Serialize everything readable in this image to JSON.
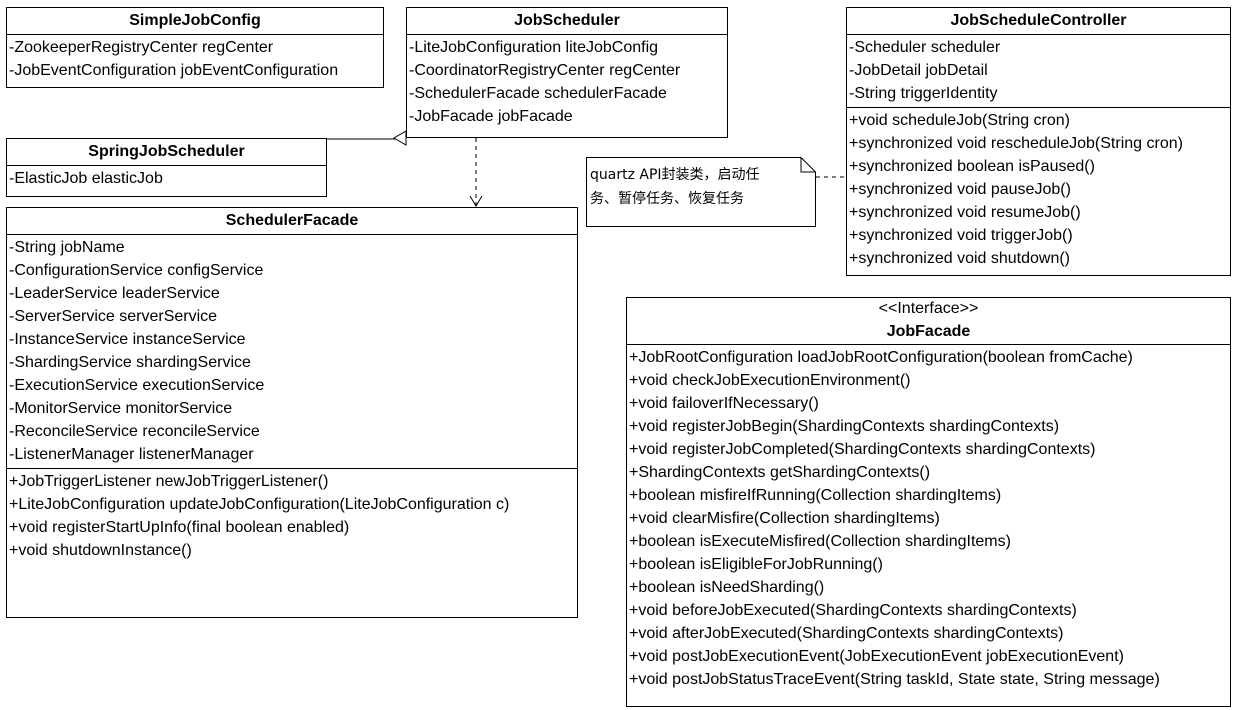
{
  "simple_job_config": {
    "title": "SimpleJobConfig",
    "attributes": [
      "-ZookeeperRegistryCenter regCenter",
      "-JobEventConfiguration jobEventConfiguration"
    ]
  },
  "job_scheduler": {
    "title": "JobScheduler",
    "attributes": [
      "-LiteJobConfiguration liteJobConfig",
      "-CoordinatorRegistryCenter regCenter",
      "-SchedulerFacade schedulerFacade",
      "-JobFacade jobFacade"
    ]
  },
  "spring_job_scheduler": {
    "title": "SpringJobScheduler",
    "attributes": [
      "-ElasticJob elasticJob"
    ]
  },
  "scheduler_facade": {
    "title": "SchedulerFacade",
    "attributes": [
      "-String jobName",
      "-ConfigurationService configService",
      "-LeaderService leaderService",
      "-ServerService serverService",
      "-InstanceService instanceService",
      "-ShardingService shardingService",
      "-ExecutionService executionService",
      "-MonitorService monitorService",
      "-ReconcileService reconcileService",
      "-ListenerManager listenerManager"
    ],
    "methods": [
      "+JobTriggerListener newJobTriggerListener()",
      "+LiteJobConfiguration updateJobConfiguration(LiteJobConfiguration c)",
      "+void registerStartUpInfo(final boolean enabled)",
      "+void shutdownInstance()"
    ]
  },
  "job_schedule_controller": {
    "title": "JobScheduleController",
    "attributes": [
      "-Scheduler scheduler",
      "-JobDetail jobDetail",
      "-String triggerIdentity"
    ],
    "methods": [
      "+void scheduleJob(String cron)",
      "+synchronized void rescheduleJob(String cron)",
      "+synchronized boolean isPaused()",
      "+synchronized void pauseJob()",
      "+synchronized void resumeJob()",
      "+synchronized void triggerJob()",
      "+synchronized void shutdown()"
    ]
  },
  "note": {
    "line1": "quartz API封装类，启动任",
    "line2": "务、暂停任务、恢复任务"
  },
  "job_facade": {
    "stereotype": "<<Interface>>",
    "title": "JobFacade",
    "methods": [
      "+JobRootConfiguration loadJobRootConfiguration(boolean fromCache)",
      "+void checkJobExecutionEnvironment()",
      "+void failoverIfNecessary()",
      "+void registerJobBegin(ShardingContexts shardingContexts)",
      "+void registerJobCompleted(ShardingContexts shardingContexts)",
      "+ShardingContexts getShardingContexts()",
      "+boolean misfireIfRunning(Collection shardingItems)",
      "+void clearMisfire(Collection shardingItems)",
      "+boolean isExecuteMisfired(Collection shardingItems)",
      "+boolean isEligibleForJobRunning()",
      "+boolean isNeedSharding()",
      "+void beforeJobExecuted(ShardingContexts shardingContexts)",
      "+void afterJobExecuted(ShardingContexts shardingContexts)",
      "+void postJobExecutionEvent(JobExecutionEvent jobExecutionEvent)",
      "+void postJobStatusTraceEvent(String taskId, State state, String message)"
    ]
  },
  "colors": {
    "line": "#000000",
    "background": "#ffffff"
  }
}
